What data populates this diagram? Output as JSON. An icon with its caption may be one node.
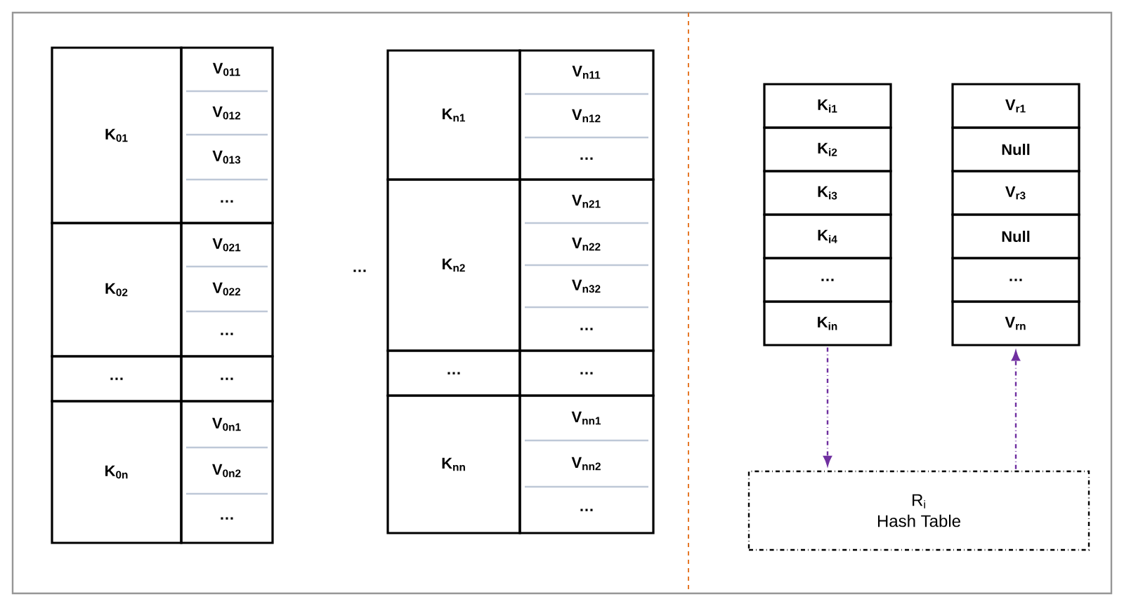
{
  "diagram": {
    "nodes": [
      {
        "text": [
          "K$_{01}$"
        ]
      },
      {
        "text": [],
        "shape": "box"
      },
      {
        "text": [
          "V$_{011}$"
        ],
        "in": 1
      },
      {
        "text": [
          "V$_{012}$"
        ],
        "in": 1
      },
      {
        "text": [
          "V$_{013}$"
        ],
        "in": 1
      },
      {
        "text": [
          "…"
        ],
        "in": 1
      },
      {
        "text": [
          "K$_{02}$"
        ]
      },
      {
        "text": [],
        "shape": "box"
      },
      {
        "text": [
          "V$_{021}$"
        ],
        "in": 7
      },
      {
        "text": [
          "V$_{022}$"
        ],
        "in": 7
      },
      {
        "text": [
          "…"
        ],
        "in": 7
      },
      {
        "text": [
          "…"
        ]
      },
      {
        "text": [
          "…"
        ]
      },
      {
        "text": [
          "K$_{0n}$"
        ]
      },
      {
        "text": [],
        "shape": "box"
      },
      {
        "text": [
          "V$_{0n1}$"
        ],
        "in": 14
      },
      {
        "text": [
          "V$_{0n2}$"
        ],
        "in": 14
      },
      {
        "text": [
          "…"
        ],
        "in": 14
      },
      {
        "text": [
          "K$_{n1}$"
        ]
      },
      {
        "text": [],
        "shape": "box"
      },
      {
        "text": [
          "V$_{n11}$"
        ],
        "in": 19
      },
      {
        "text": [
          "V$_{n12}$"
        ],
        "in": 19
      },
      {
        "text": [
          "…"
        ],
        "in": 19
      },
      {
        "text": [
          "K$_{n2}$"
        ]
      },
      {
        "text": [],
        "shape": "box"
      },
      {
        "text": [
          "V$_{n21}$"
        ],
        "in": 24
      },
      {
        "text": [
          "V$_{n22}$"
        ],
        "in": 24
      },
      {
        "text": [
          "V$_{n32}$"
        ],
        "in": 24
      },
      {
        "text": [
          "…"
        ],
        "in": 24
      },
      {
        "text": [
          "…"
        ]
      },
      {
        "text": [
          "…"
        ]
      },
      {
        "text": [
          "K$_{nn}$"
        ]
      },
      {
        "text": [],
        "shape": "box"
      },
      {
        "text": [
          "V$_{nn1}$"
        ],
        "in": 32
      },
      {
        "text": [
          "V$_{nn2}$"
        ],
        "in": 32
      },
      {
        "text": [
          "…"
        ],
        "in": 32
      },
      {
        "text": [
          "K$_{i1}$"
        ]
      },
      {
        "text": [
          "K$_{i2}$"
        ]
      },
      {
        "text": [
          "K$_{i3}$"
        ]
      },
      {
        "text": [
          "K$_{i4}$"
        ]
      },
      {
        "text": [
          "…"
        ]
      },
      {
        "text": [
          "K$_{in}$"
        ]
      },
      {
        "text": [
          "V$_{r1}$"
        ]
      },
      {
        "text": [
          "Null"
        ]
      },
      {
        "text": [
          "V$_{r3}$"
        ]
      },
      {
        "text": [
          "Null"
        ]
      },
      {
        "text": [
          "…"
        ]
      },
      {
        "text": [
          "V$_{rn}$"
        ]
      },
      {
        "text": [
          "R$_{i}$",
          "Hash Table"
        ]
      }
    ],
    "edges": [
      {
        "from": 41,
        "to": 48,
        "arrow": "to",
        "style": "dashed"
      },
      {
        "from": 48,
        "to": 47,
        "arrow": "to",
        "style": "dashed"
      }
    ],
    "labels": [
      "…"
    ]
  }
}
